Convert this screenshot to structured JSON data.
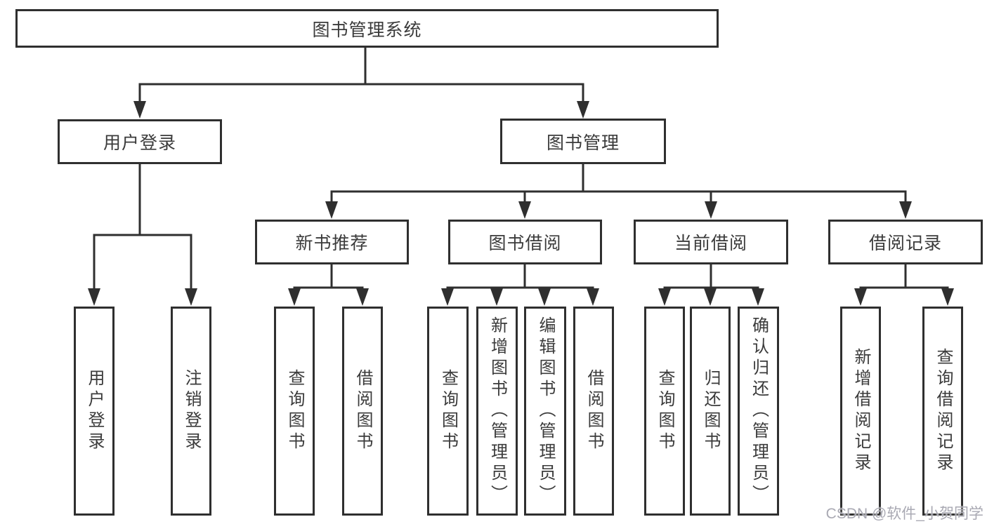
{
  "tree": {
    "root": "图书管理系统",
    "user_login": {
      "label": "用户登录",
      "children": [
        "用户登录",
        "注销登录"
      ]
    },
    "book_management": {
      "label": "图书管理",
      "sections": [
        {
          "label": "新书推荐",
          "children": [
            "查询图书",
            "借阅图书"
          ]
        },
        {
          "label": "图书借阅",
          "children": [
            "查询图书",
            "新增图书（管理员）",
            "编辑图书（管理员）",
            "借阅图书"
          ]
        },
        {
          "label": "当前借阅",
          "children": [
            "查询图书",
            "归还图书",
            "确认归还（管理员）"
          ]
        },
        {
          "label": "借阅记录",
          "children": [
            "新增借阅记录",
            "查询借阅记录"
          ]
        }
      ]
    }
  },
  "watermark": "CSDN @软件_小贺同学",
  "colors": {
    "line": "#2f2f2f",
    "box_background": "#ffffff",
    "text": "#3b3b3b",
    "watermark": "#a9a9b3"
  }
}
